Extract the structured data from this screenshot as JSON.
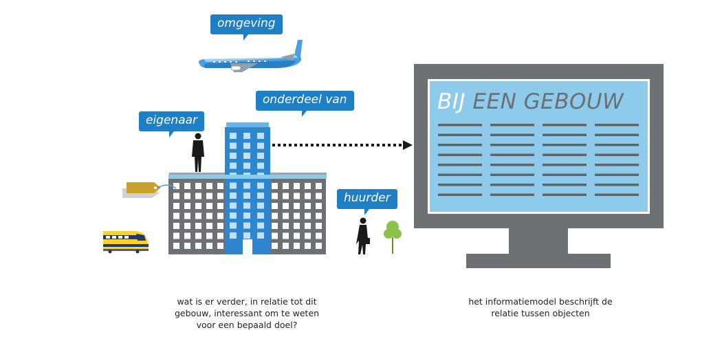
{
  "labels": {
    "omgeving": "omgeving",
    "onderdeel_van": "onderdeel van",
    "eigenaar": "eigenaar",
    "huurder": "huurder"
  },
  "screen": {
    "title_part1": "BIJ",
    "title_part2": "EEN GEBOUW"
  },
  "captions": {
    "left": "wat is er verder, in relatie tot dit\ngebouw, interessant om te weten\nvoor een bepaald doel?",
    "right": "het informatiemodel beschrijft de\nrelatie tussen objecten"
  },
  "colors": {
    "brand_blue": "#1f7fc4",
    "building_gray": "#6d7175",
    "screen_light_blue": "#8ecbea",
    "tower_blue": "#2e86cf",
    "train_yellow": "#ffd22e"
  }
}
